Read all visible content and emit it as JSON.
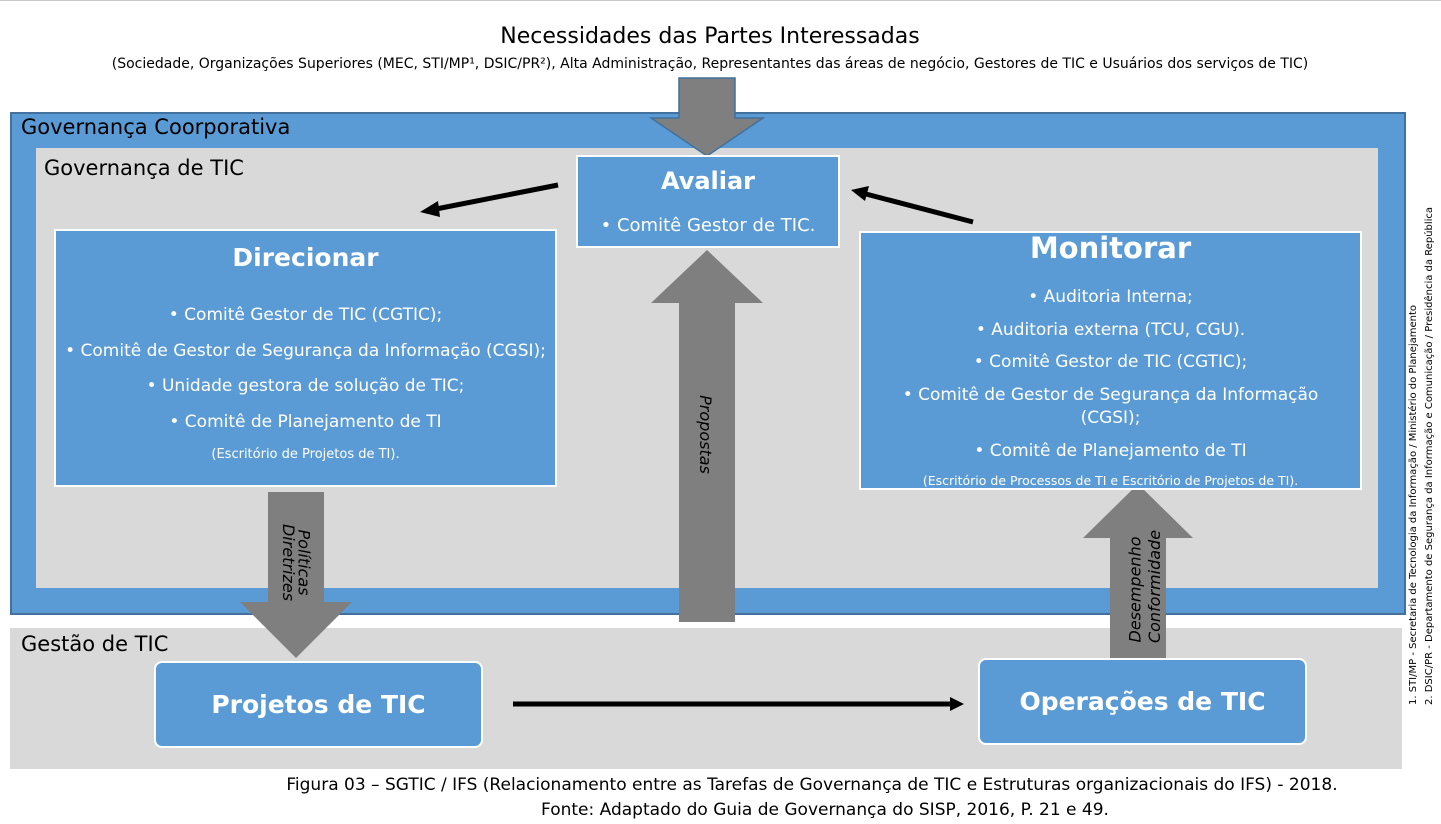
{
  "header": {
    "title": "Necessidades das Partes Interessadas",
    "subtitle": "(Sociedade, Organizações Superiores (MEC, STI/MP¹, DSIC/PR²),  Alta Administração, Representantes das áreas de negócio, Gestores de TIC e Usuários dos serviços de TIC)"
  },
  "regions": {
    "governanca_corporativa": "Governança Coorporativa",
    "governanca_tic": "Governança de TIC",
    "gestao_tic": "Gestão de TIC"
  },
  "avaliar": {
    "title": "Avaliar",
    "items": [
      "• Comitê Gestor de TIC."
    ]
  },
  "direcionar": {
    "title": "Direcionar",
    "items": [
      "• Comitê Gestor de TIC (CGTIC);",
      "• Comitê de Gestor de  Segurança da Informação (CGSI);",
      "• Unidade gestora de solução de TIC;",
      "• Comitê de Planejamento de TI"
    ],
    "note": "(Escritório de Projetos de TI)."
  },
  "monitorar": {
    "title": "Monitorar",
    "items": [
      "• Auditoria Interna;",
      "• Auditoria externa (TCU, CGU).",
      "• Comitê Gestor de TIC (CGTIC);",
      "• Comitê de Gestor de  Segurança da Informação",
      "(CGSI);",
      "• Comitê de Planejamento de TI"
    ],
    "note": "(Escritório de Processos de TI e  Escritório de Projetos de TI)."
  },
  "gestao": {
    "projetos": "Projetos de TIC",
    "operacoes": "Operações de TIC"
  },
  "arrow_labels": {
    "propostas": "Propostas",
    "politicas": "Políticas",
    "diretrizes": "Diretrizes",
    "desempenho": "Desempenho",
    "conformidade": "Conformidade"
  },
  "footnotes": [
    "1.   STI/MP - Secretaria de Tecnologia da Informação / Ministério do Planejamento",
    "2.   DSIC/PR - Departamento de Segurança da Informação e Comunicação / Presidência da República"
  ],
  "caption": {
    "line1": "Figura 03  – SGTIC / IFS (Relacionamento entre as Tarefas de Governança de TIC e Estruturas organizacionais do IFS) - 2018.",
    "line2": "Fonte: Adaptado do Guia de Governança do SISP, 2016, P. 21 e 49."
  },
  "colors": {
    "blue": "#5b9bd5",
    "gray_panel": "#d9d9d9",
    "arrow_gray": "#7f7f7f"
  }
}
